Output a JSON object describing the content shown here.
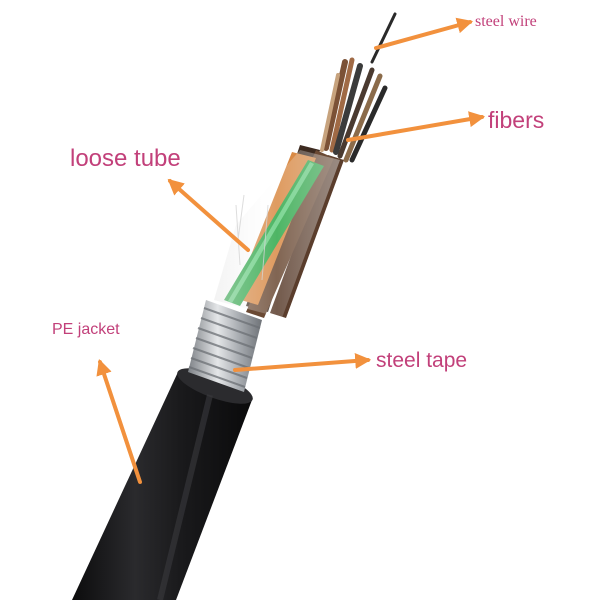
{
  "labels": {
    "steel_wire": "steel wire",
    "fibers": "fibers",
    "loose_tube": "loose tube",
    "pe_jacket": "PE jacket",
    "steel_tape": "steel tape"
  },
  "colors": {
    "label_text": "#c2407a",
    "arrow": "#f2913d",
    "jacket": "#1c1c1e",
    "steel": "#b9bcc0",
    "tube_orange": "#d98a45",
    "tube_green": "#2fa84a",
    "tube_brown": "#6b4a34",
    "background": "#ffffff"
  }
}
